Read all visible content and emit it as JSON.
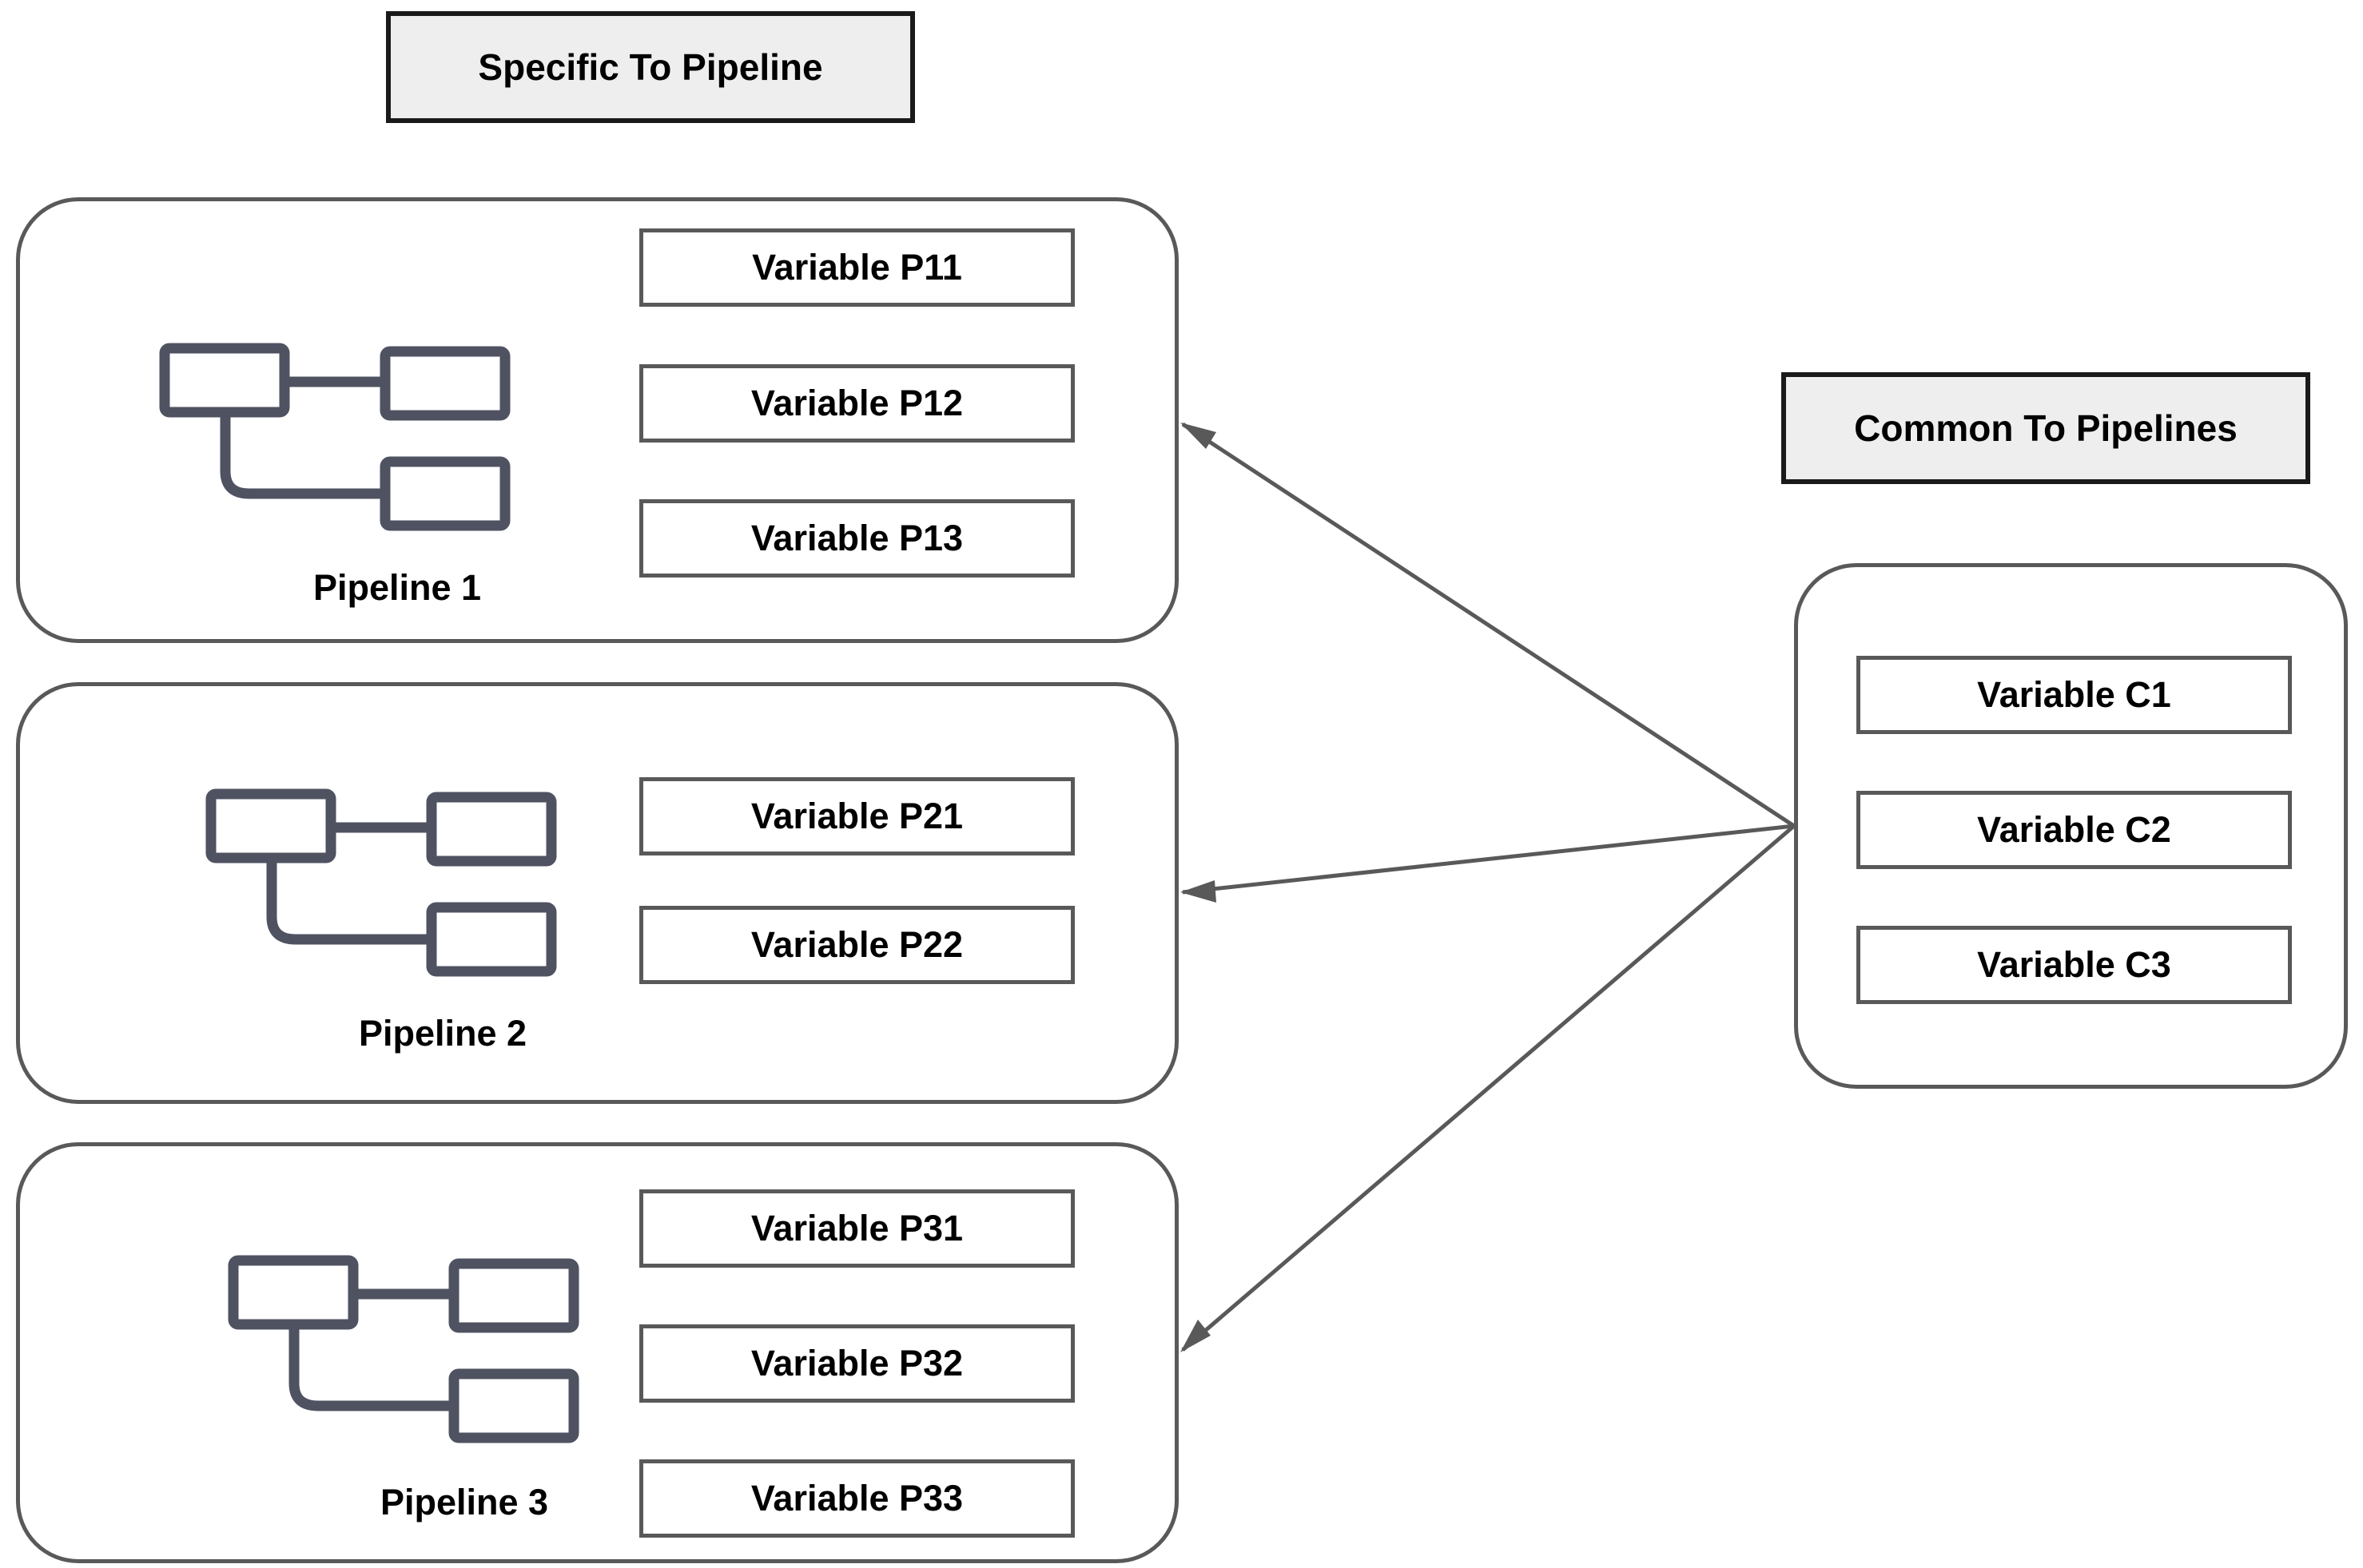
{
  "headers": {
    "specific": "Specific To Pipeline",
    "common": "Common To Pipelines"
  },
  "pipelines": [
    {
      "label": "Pipeline 1",
      "variables": [
        "Variable P11",
        "Variable P12",
        "Variable P13"
      ]
    },
    {
      "label": "Pipeline 2",
      "variables": [
        "Variable P21",
        "Variable P22"
      ]
    },
    {
      "label": "Pipeline 3",
      "variables": [
        "Variable P31",
        "Variable P32",
        "Variable P33"
      ]
    }
  ],
  "common": {
    "variables": [
      "Variable C1",
      "Variable C2",
      "Variable C3"
    ]
  },
  "icons": {
    "pipeline": "pipeline-flow-icon",
    "arrow": "arrow-head"
  },
  "colors": {
    "border": "#595959",
    "header_fill": "#eeeeee",
    "icon": "#4f5261"
  }
}
